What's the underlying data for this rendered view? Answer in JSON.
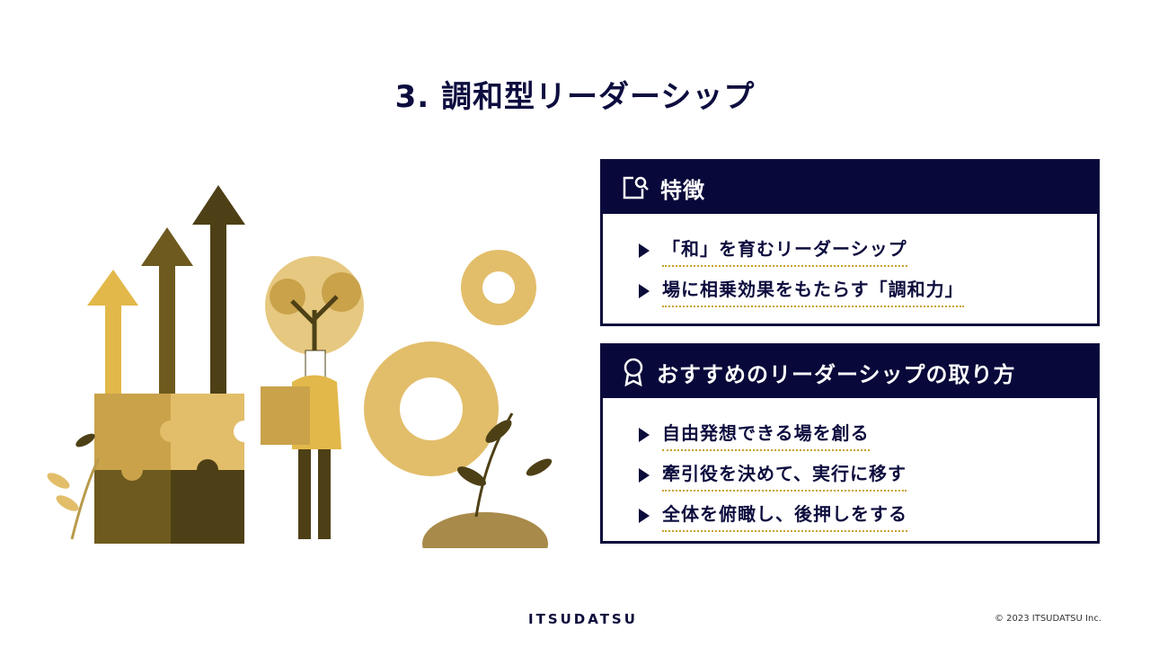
{
  "slide": {
    "title": "3. 調和型リーダーシップ"
  },
  "features": {
    "heading": "特徴",
    "icon": "edit-document-icon",
    "items": [
      "「和」を育むリーダーシップ",
      "場に相乗効果をもたらす「調和力」"
    ]
  },
  "recommend": {
    "heading": "おすすめのリーダーシップの取り方",
    "icon": "award-ribbon-icon",
    "items": [
      "自由発想できる場を創る",
      "牽引役を決めて、実行に移す",
      "全体を俯瞰し、後押しをする"
    ]
  },
  "footer": {
    "logo": "ITSUDATSU",
    "copyright": "© 2023 ITSUDATSU Inc."
  },
  "colors": {
    "navy": "#08083a",
    "gold": "#e2be6a",
    "dark_gold": "#5a4a1a",
    "dotted": "#c9a22a"
  }
}
